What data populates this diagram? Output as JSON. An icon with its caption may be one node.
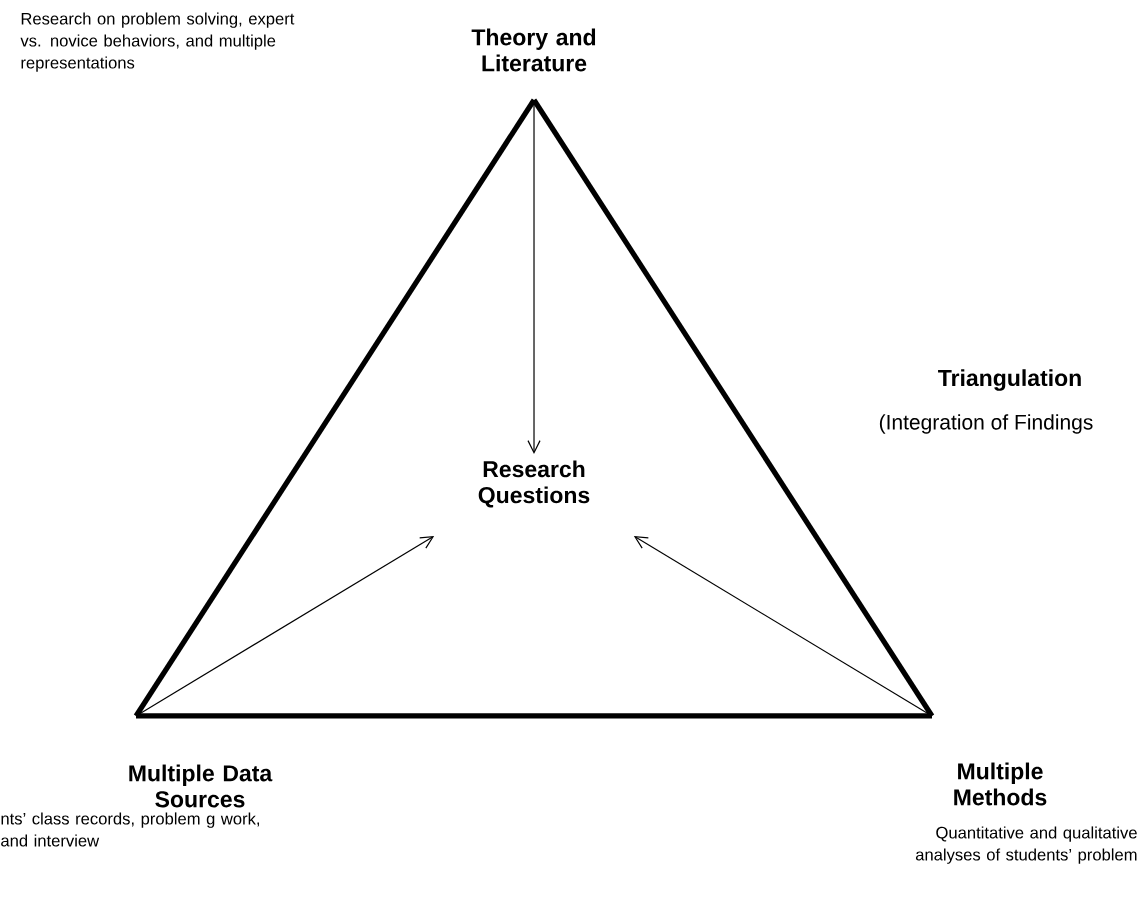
{
  "diagram": {
    "nodes": [
      {
        "text": [
          "Theory and Literature"
        ]
      },
      {
        "text": [
          "Research Questions"
        ]
      },
      {
        "text": [
          "Multiple Data Sources"
        ],
        "beside": [
          "nts’ class records, problem g work, and interview"
        ]
      },
      {
        "text": [
          "Multiple Methods"
        ],
        "beside": [
          "Quantitative and qualitative analyses of students’ problem"
        ]
      }
    ],
    "edges": [
      {
        "from": 0,
        "to": 2,
        "arrow": "none",
        "style": "thick"
      },
      {
        "from": 0,
        "to": 3,
        "arrow": "none",
        "style": "thick"
      },
      {
        "from": 2,
        "to": 3,
        "arrow": "none",
        "style": "thick"
      },
      {
        "from": 0,
        "to": 1,
        "arrow": "to"
      },
      {
        "from": 2,
        "to": 1,
        "arrow": "to"
      },
      {
        "from": 3,
        "to": 1,
        "arrow": "to"
      }
    ],
    "labels": [
      "Research on problem solving, expert vs. novice behaviors, and multiple representations",
      "Triangulation",
      "(Integration of Findings"
    ]
  }
}
